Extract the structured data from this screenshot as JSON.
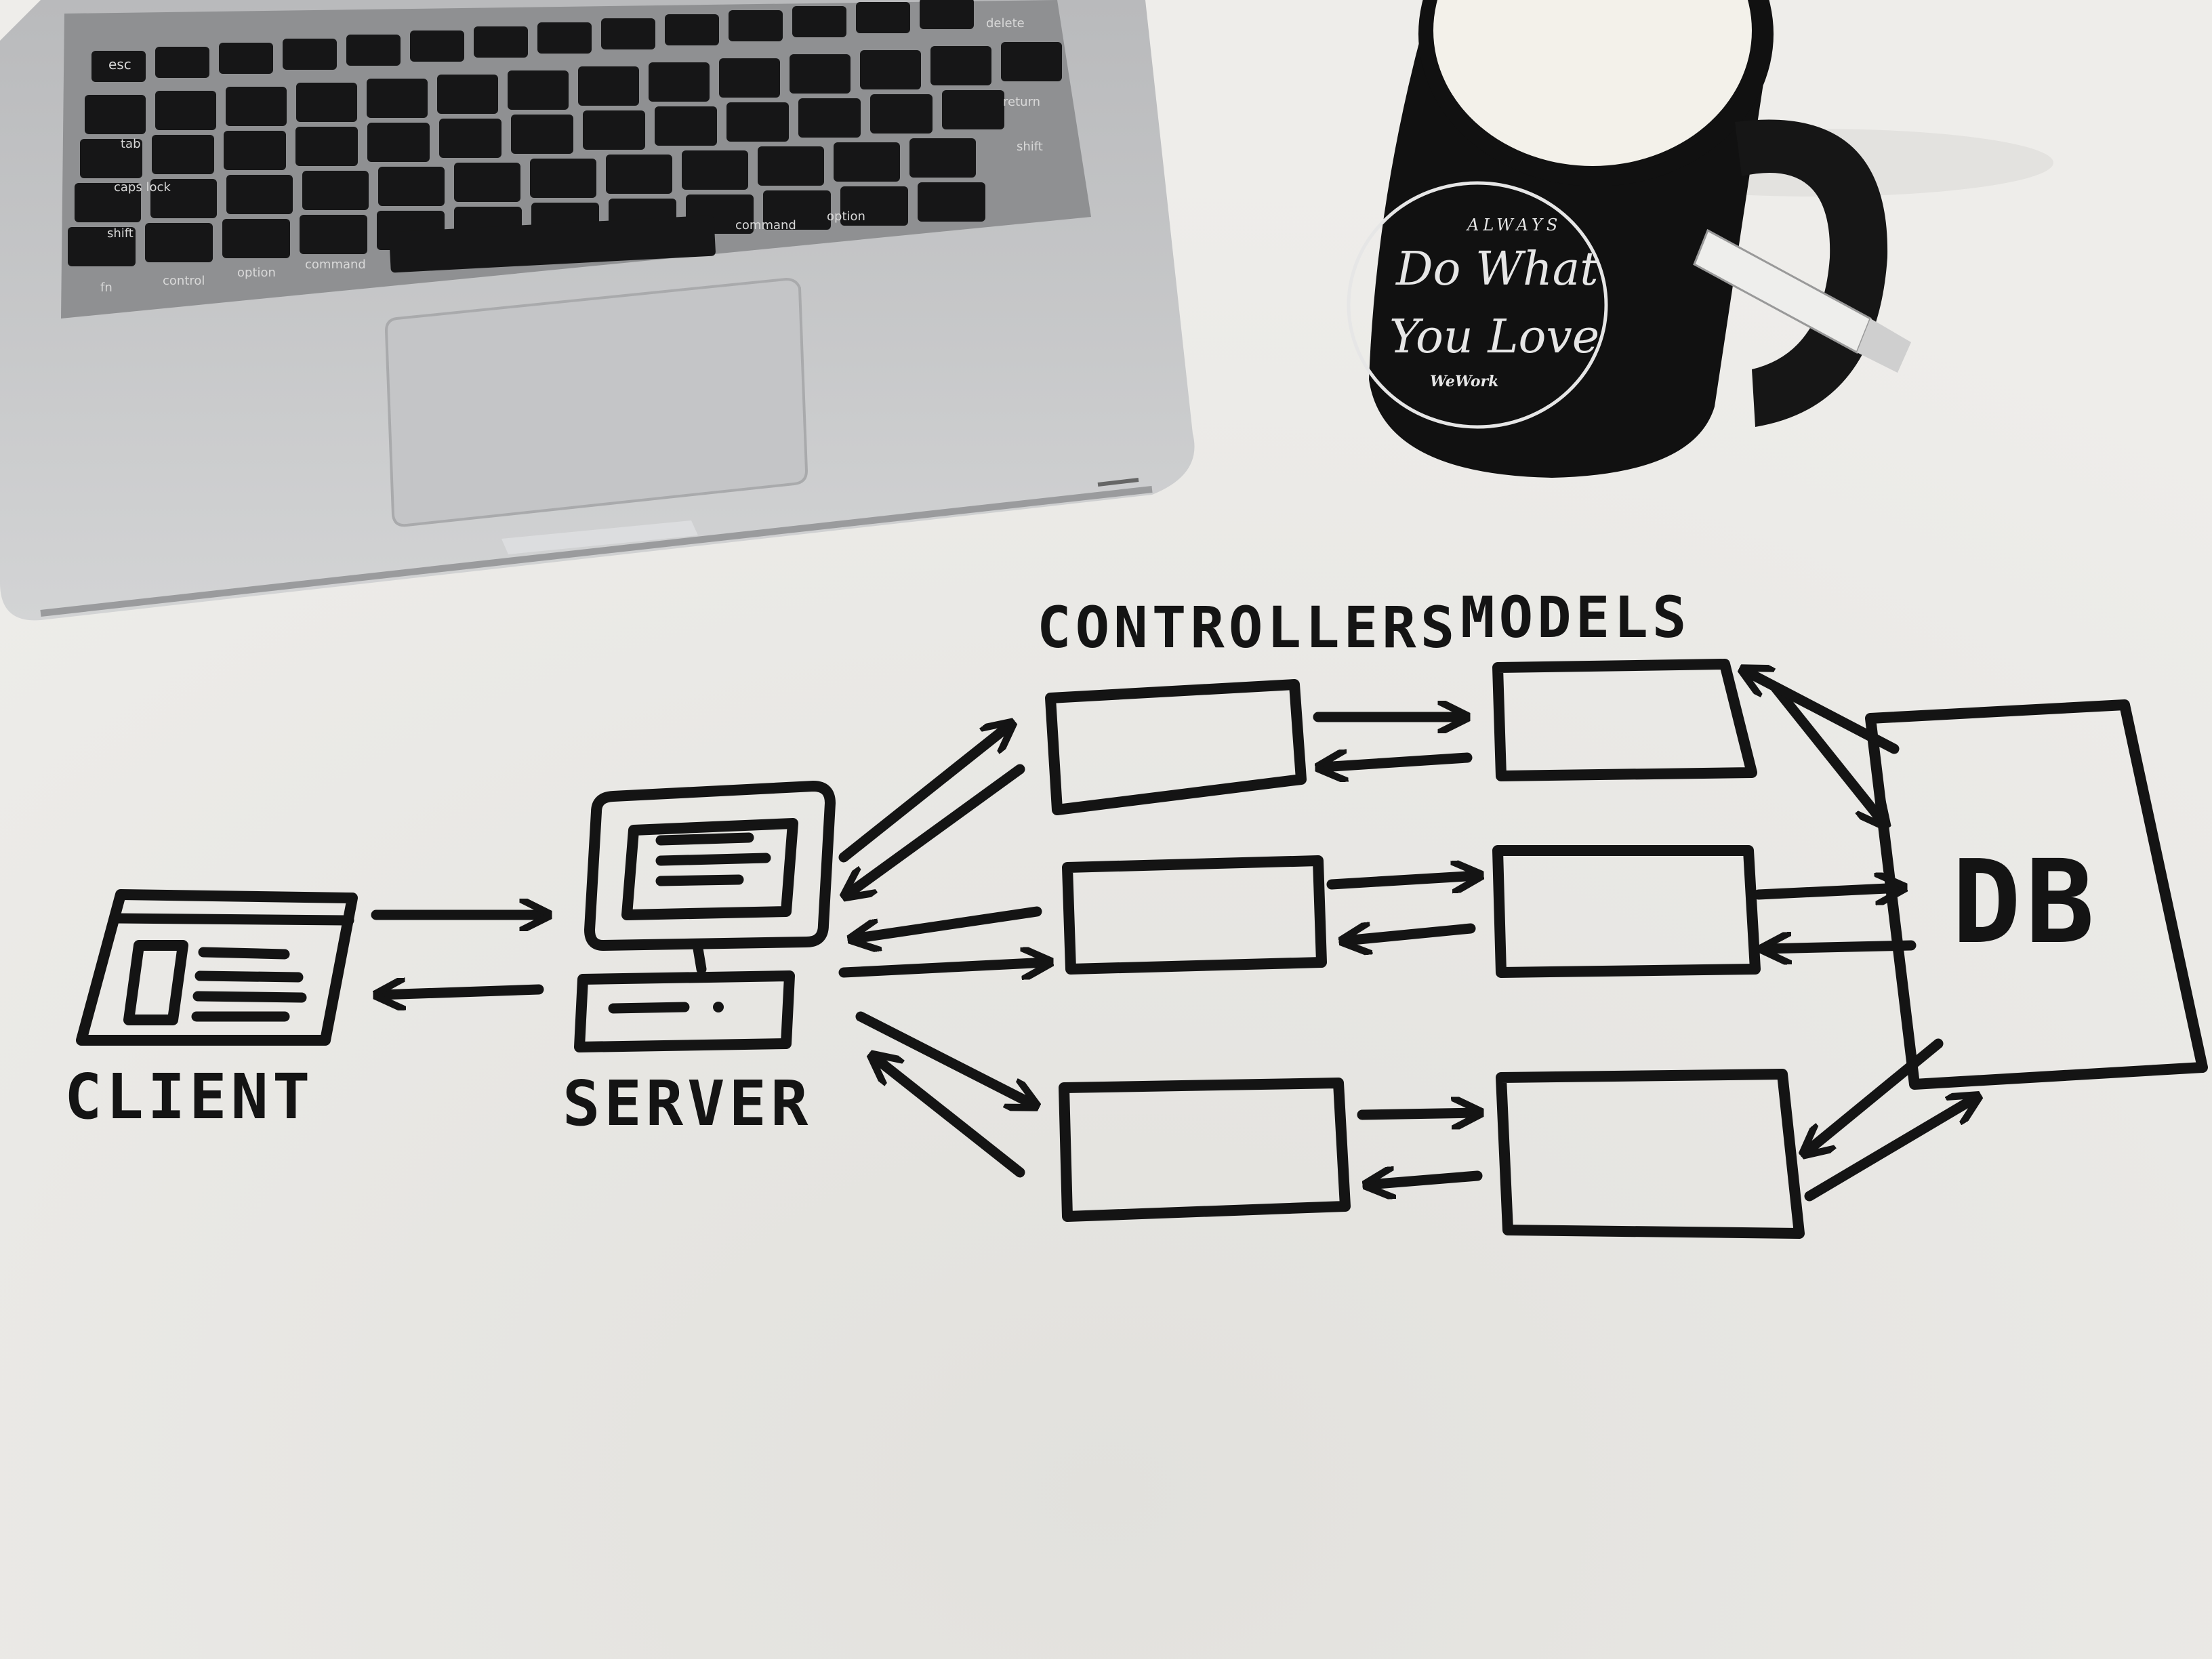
{
  "diagram": {
    "labels": {
      "client": "CLIENT",
      "server": "SERVER",
      "controllers": "CONTROLLERS",
      "models": "MODELS",
      "db": "DB"
    },
    "controllers": [
      "",
      "",
      ""
    ],
    "models": [
      "",
      "",
      ""
    ],
    "edges": [
      {
        "from": "client",
        "to": "server",
        "bidirectional": true
      },
      {
        "from": "server",
        "to": "controller-1",
        "bidirectional": true
      },
      {
        "from": "server",
        "to": "controller-2",
        "bidirectional": true
      },
      {
        "from": "server",
        "to": "controller-3",
        "bidirectional": true
      },
      {
        "from": "controller-1",
        "to": "model-1",
        "bidirectional": true
      },
      {
        "from": "controller-2",
        "to": "model-2",
        "bidirectional": true
      },
      {
        "from": "controller-3",
        "to": "model-3",
        "bidirectional": true
      },
      {
        "from": "model-1",
        "to": "db",
        "bidirectional": true
      },
      {
        "from": "model-2",
        "to": "db",
        "bidirectional": true
      },
      {
        "from": "model-3",
        "to": "db",
        "bidirectional": true
      }
    ]
  },
  "laptop": {
    "keys": [
      "esc",
      "tab",
      "caps lock",
      "shift",
      "fn",
      "control",
      "option",
      "command",
      "return",
      "shift",
      "option",
      "command",
      "delete"
    ]
  },
  "mug": {
    "line1": "ALWAYS",
    "line2": "Do What",
    "line3": "You Love",
    "brand": "WeWork"
  },
  "colors": {
    "surface": "#e9e8e4",
    "ink": "#141414",
    "laptop": "#c8c9ca",
    "mug": "#111111"
  }
}
